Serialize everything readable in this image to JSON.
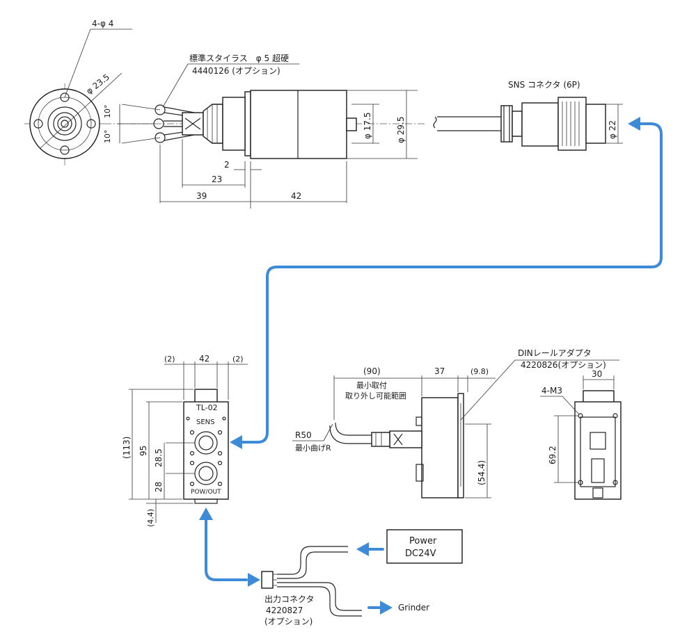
{
  "labels": {
    "hole_spec": "4-φ 4",
    "flange_dia": "φ 23.5",
    "stylus_name": "標準スタイラス　φ 5 超硬",
    "stylus_part": "4440126 (オプション)",
    "angle_upper": "10°",
    "angle_lower": "10°",
    "dia_17_5": "φ 17.5",
    "dia_29_5": "φ 29.5",
    "dim_2": "2",
    "dim_23": "23",
    "dim_39": "39",
    "dim_42_probe": "42",
    "sns_connector": "SNS コネクタ (6P)",
    "dia_22": "φ 22",
    "box_width_42": "42",
    "box_margin_left": "(2)",
    "box_margin_right": "(2)",
    "box_height_113": "(113)",
    "box_height_95": "95",
    "box_28_5": "28.5",
    "box_28": "28",
    "box_4_4": "(4.4)",
    "tl02": "TL-02",
    "sens": "SENS",
    "pow_out": "POW/OUT",
    "dim_90": "(90)",
    "min_mount_1": "最小取付",
    "min_mount_2": "取り外し可能範囲",
    "dim_37": "37",
    "dim_9_8": "(9.8)",
    "dim_54_4": "(54.4)",
    "r50": "R50",
    "min_bend": "最小曲げR",
    "din_adapter": "DINレールアダプタ",
    "din_part": "4220826(オプション)",
    "dim_30": "30",
    "m3_spec": "4-M3",
    "dim_69_2": "69.2",
    "power_line1": "Power",
    "power_line2": "DC24V",
    "grinder": "Grinder",
    "out_connector_1": "出力コネクタ",
    "out_connector_2": "4220827",
    "out_connector_3": "(オプション)"
  },
  "colors": {
    "flow_arrow": "#3d8ad6",
    "line": "#1a1a1a",
    "background": "#ffffff"
  }
}
